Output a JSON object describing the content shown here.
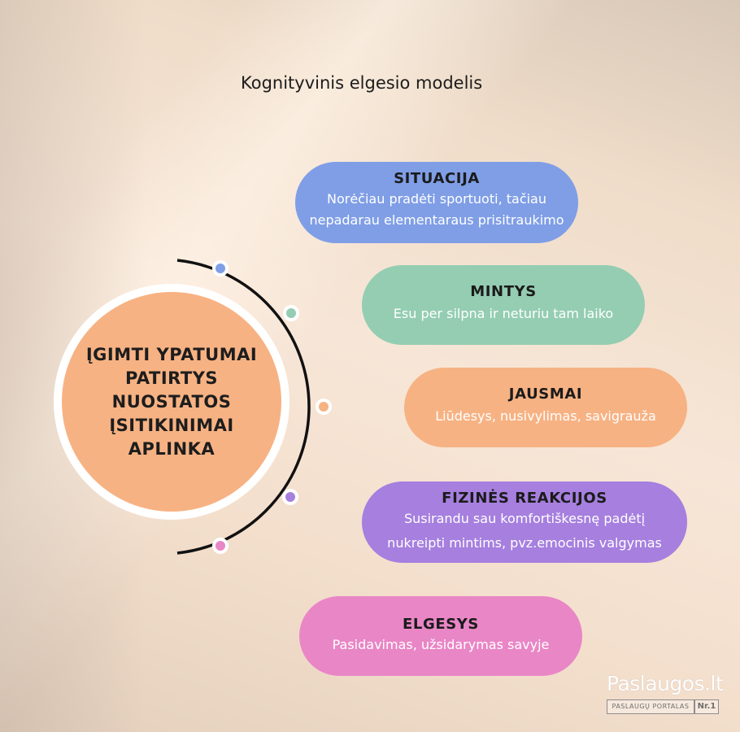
{
  "title": "Kognityvinis elgesio modelis",
  "center": {
    "lines": [
      "ĮGIMTI YPATUMAI",
      "PATIRTYS",
      "NUOSTATOS",
      "ĮSITIKINIMAI",
      "APLINKA"
    ]
  },
  "nodes": [
    {
      "heading": "SITUACIJA",
      "lines": [
        "Norėčiau pradėti sportuoti, tačiau",
        "nepadarau elementaraus prisitraukimo"
      ],
      "color": "#7f9ee6"
    },
    {
      "heading": "MINTYS",
      "lines": [
        "Esu per silpna ir neturiu tam laiko"
      ],
      "color": "#94cdb2"
    },
    {
      "heading": "JAUSMAI",
      "lines": [
        "Liūdesys, nusivylimas, savigrauža"
      ],
      "color": "#f7b283"
    },
    {
      "heading": "FIZINĖS REAKCIJOS",
      "lines": [
        "Susirandu sau komfortiškesnę padėtį",
        "nukreipti mintims, pvz.emocinis valgymas"
      ],
      "color": "#a67fdf"
    },
    {
      "heading": "ELGESYS",
      "lines": [
        "Pasidavimas, užsidarymas savyje"
      ],
      "color": "#e986c6"
    }
  ],
  "logo": {
    "word": "Paslaugos.lt",
    "tagline": "PASLAUGŲ PORTALAS",
    "badge": "Nr.1"
  }
}
